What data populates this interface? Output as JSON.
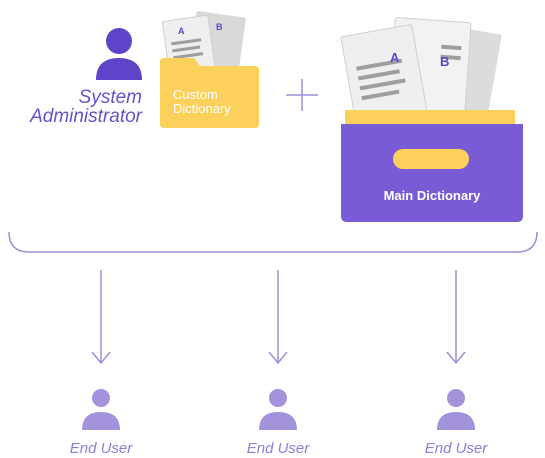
{
  "admin": {
    "label_line1": "System",
    "label_line2": "Administrator"
  },
  "custom_dictionary": {
    "line1": "Custom",
    "line2": "Dictionary",
    "doc_letters": [
      "A",
      "B"
    ]
  },
  "main_dictionary": {
    "label": "Main Dictionary",
    "doc_letters": [
      "A",
      "B"
    ]
  },
  "end_users": [
    {
      "label": "End User"
    },
    {
      "label": "End User"
    },
    {
      "label": "End User"
    }
  ],
  "colors": {
    "admin_purple": "#5e44c9",
    "folder_yellow": "#fcd15b",
    "box_purple": "#7a5bd6",
    "line_lavender": "#9d8fd8",
    "enduser_purple": "#a393db"
  },
  "icons": [
    "admin-avatar-icon",
    "custom-folder-icon",
    "plus-icon",
    "main-box-icon",
    "down-arrow-icon",
    "user-avatar-icon"
  ]
}
